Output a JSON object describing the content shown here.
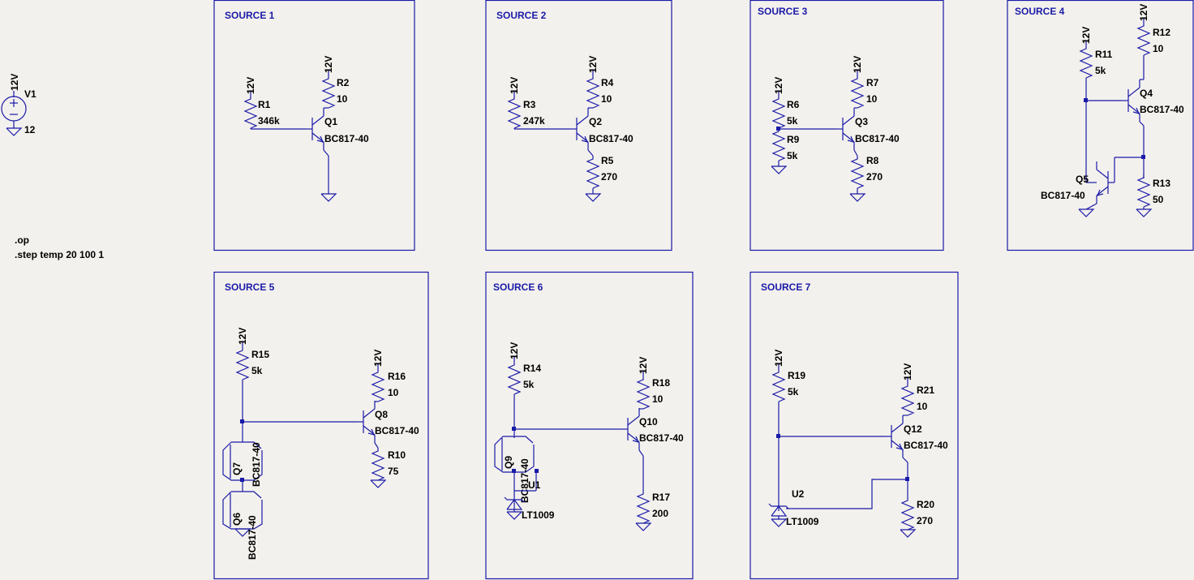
{
  "directives": [
    ".op",
    ".step temp 20 100 1"
  ],
  "supply": {
    "name": "V1",
    "value": "12",
    "net": "12V"
  },
  "sources": {
    "s1": {
      "label": "SOURCE 1",
      "R1": {
        "n": "R1",
        "v": "346k"
      },
      "R2": {
        "n": "R2",
        "v": "10"
      },
      "Q": {
        "n": "Q1",
        "m": "BC817-40"
      }
    },
    "s2": {
      "label": "SOURCE 2",
      "R3": {
        "n": "R3",
        "v": "247k"
      },
      "R4": {
        "n": "R4",
        "v": "10"
      },
      "R5": {
        "n": "R5",
        "v": "270"
      },
      "Q": {
        "n": "Q2",
        "m": "BC817-40"
      }
    },
    "s3": {
      "label": "SOURCE 3",
      "R6": {
        "n": "R6",
        "v": "5k"
      },
      "R9": {
        "n": "R9",
        "v": "5k"
      },
      "R7": {
        "n": "R7",
        "v": "10"
      },
      "R8": {
        "n": "R8",
        "v": "270"
      },
      "Q": {
        "n": "Q3",
        "m": "BC817-40"
      }
    },
    "s4": {
      "label": "SOURCE 4",
      "R11": {
        "n": "R11",
        "v": "5k"
      },
      "R12": {
        "n": "R12",
        "v": "10"
      },
      "R13": {
        "n": "R13",
        "v": "50"
      },
      "Q4": {
        "n": "Q4",
        "m": "BC817-40"
      },
      "Q5": {
        "n": "Q5",
        "m": "BC817-40"
      }
    },
    "s5": {
      "label": "SOURCE 5",
      "R15": {
        "n": "R15",
        "v": "5k"
      },
      "R16": {
        "n": "R16",
        "v": "10"
      },
      "R10": {
        "n": "R10",
        "v": "75"
      },
      "Q8": {
        "n": "Q8",
        "m": "BC817-40"
      },
      "Q7": {
        "n": "Q7",
        "m": "BC817-40"
      },
      "Q6": {
        "n": "Q6",
        "m": "BC817-40"
      }
    },
    "s6": {
      "label": "SOURCE 6",
      "R14": {
        "n": "R14",
        "v": "5k"
      },
      "R18": {
        "n": "R18",
        "v": "10"
      },
      "R17": {
        "n": "R17",
        "v": "200"
      },
      "Q10": {
        "n": "Q10",
        "m": "BC817-40"
      },
      "Q9": {
        "n": "Q9",
        "m": "BC817-40"
      },
      "U1": {
        "n": "U1",
        "m": "LT1009"
      }
    },
    "s7": {
      "label": "SOURCE 7",
      "R19": {
        "n": "R19",
        "v": "5k"
      },
      "R21": {
        "n": "R21",
        "v": "10"
      },
      "R20": {
        "n": "R20",
        "v": "270"
      },
      "Q12": {
        "n": "Q12",
        "m": "BC817-40"
      },
      "U2": {
        "n": "U2",
        "m": "LT1009"
      }
    }
  }
}
